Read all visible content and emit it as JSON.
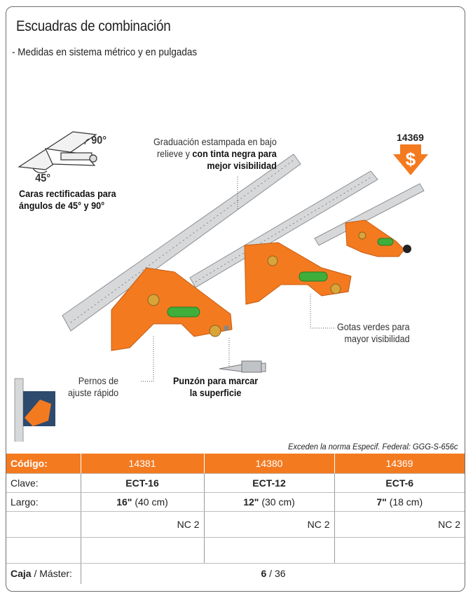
{
  "header": {
    "title": "Escuadras de combinación",
    "subtitle": "- Medidas en sistema métrico y en pulgadas"
  },
  "annotations": {
    "angle_90": "90°",
    "angle_45": "45°",
    "faces_line1": "Caras rectificadas para",
    "faces_line2": "ángulos de 45° y 90°",
    "grad_line1": "Graduación estampada en bajo",
    "grad_line2_a": "relieve y ",
    "grad_line2_b": "con tinta negra para",
    "grad_line3": "mejor visibilidad",
    "drops_line1": "Gotas verdes para",
    "drops_line2": "mayor visibilidad",
    "bolts_line1": "Pernos de",
    "bolts_line2": "ajuste rápido",
    "scriber_line1": "Punzón para marcar",
    "scriber_line2": "la superficie",
    "price_code": "14369",
    "norma": "Exceden la norma Especif. Federal: GGG-S-656c"
  },
  "table": {
    "code_label": "Código:",
    "codes": [
      "14381",
      "14380",
      "14369"
    ],
    "clave_label": "Clave:",
    "claves": [
      "ECT-16",
      "ECT-12",
      "ECT-6"
    ],
    "largo_label": "Largo:",
    "largo_in": [
      "16\"",
      "12\"",
      "7\""
    ],
    "largo_cm": [
      "(40 cm)",
      "(30 cm)",
      "(18 cm)"
    ],
    "nc": [
      "NC 2",
      "NC 2",
      "NC 2"
    ],
    "caja_label": "Caja",
    "master_label": " / Máster:",
    "caja_value": "6",
    "master_value": " / 36"
  },
  "colors": {
    "brand_orange": "#f47a20",
    "level_green": "#3fae3a",
    "brass": "#d9a43a",
    "steel": "#d8dadc"
  }
}
